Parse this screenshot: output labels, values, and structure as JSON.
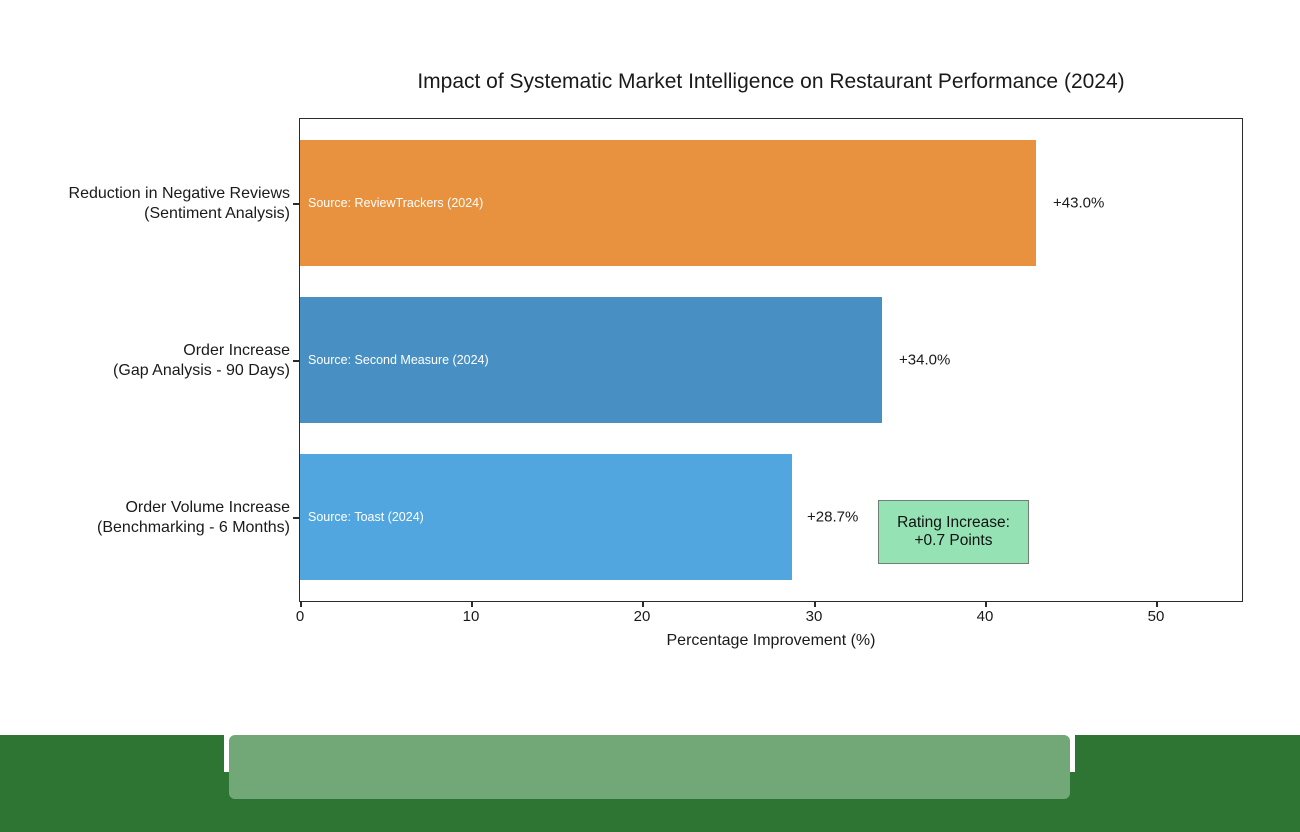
{
  "chart_data": {
    "type": "bar",
    "orientation": "horizontal",
    "title": "Impact of Systematic Market Intelligence on Restaurant Performance (2024)",
    "xlabel": "Percentage Improvement (%)",
    "ylabel": "",
    "xlim": [
      0,
      53
    ],
    "xticks": [
      0,
      10,
      20,
      30,
      40,
      50
    ],
    "xtick_labels": [
      "0",
      "10",
      "20",
      "30",
      "40",
      "50"
    ],
    "grid": false,
    "legend": null,
    "categories": [
      "Order Volume Increase\n(Benchmarking - 6 Months)",
      "Order Increase\n(Gap Analysis - 90 Days)",
      "Reduction in Negative Reviews\n(Sentiment Analysis)"
    ],
    "values": [
      28.7,
      34.0,
      43.0
    ],
    "bars": [
      {
        "category_line1": "Reduction in Negative Reviews",
        "category_line2": "(Sentiment Analysis)",
        "value": 43.0,
        "value_label": "+43.0%",
        "source_label": "Source: ReviewTrackers (2024)",
        "color": "#e8903f"
      },
      {
        "category_line1": "Order Increase",
        "category_line2": "(Gap Analysis - 90 Days)",
        "value": 34.0,
        "value_label": "+34.0%",
        "source_label": "Source: Second Measure (2024)",
        "color": "#4388bc"
      },
      {
        "category_line1": "Order Volume Increase",
        "category_line2": "(Benchmarking - 6 Months)",
        "value": 28.7,
        "value_label": "+28.7%",
        "source_label": "Source: Toast (2024)",
        "color": "#4ea3e0"
      }
    ],
    "annotations": [
      {
        "line1": "Rating Increase:",
        "line2": "+0.7 Points",
        "facecolor": "#9ae3b6",
        "edgecolor": "#7d7d7d"
      }
    ]
  },
  "footer": {
    "band_color": "#2e7031",
    "panel_color": "#76a87a"
  }
}
